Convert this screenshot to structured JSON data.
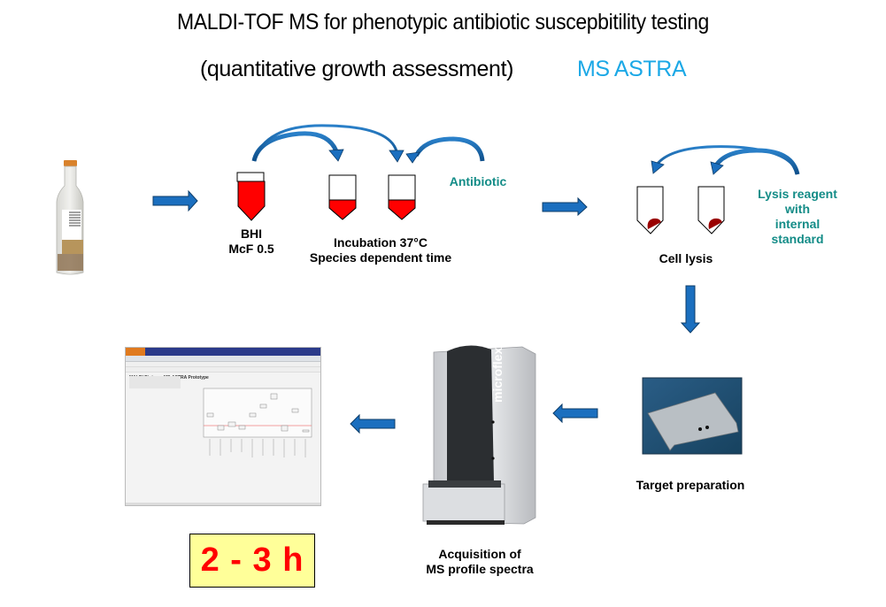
{
  "title": {
    "line1": "MALDI-TOF MS for phenotypic antibiotic suscepbitility testing",
    "line2": "(quantitative growth assessment)",
    "brand": "MS ASTRA",
    "brand_color": "#1ba8e6"
  },
  "steps": {
    "bhi": {
      "line1": "BHI",
      "line2": "McF 0.5"
    },
    "incubation": {
      "line1": "Incubation 37°C",
      "line2": "Species dependent time"
    },
    "antibiotic": "Antibiotic",
    "cell_lysis": "Cell lysis",
    "lysis_reagent": {
      "line1": "Lysis reagent",
      "line2": "with",
      "line3": "internal",
      "line4": "standard"
    },
    "target_preparation": "Target preparation",
    "acquisition": {
      "line1": "Acquisition  of",
      "line2": "MS profile spectra"
    },
    "instrument_brand": "microflex"
  },
  "software_screenshot": {
    "heading": "MALDI Biotyper MS-ASTRA Prototype"
  },
  "time": "2 - 3 h",
  "colors": {
    "arrow": "#1b6fbf",
    "medium": "#ff0000",
    "pellet": "#990000",
    "teal": "#138c87",
    "timebox_bg": "#ffff99",
    "time_text": "#ff0000"
  }
}
